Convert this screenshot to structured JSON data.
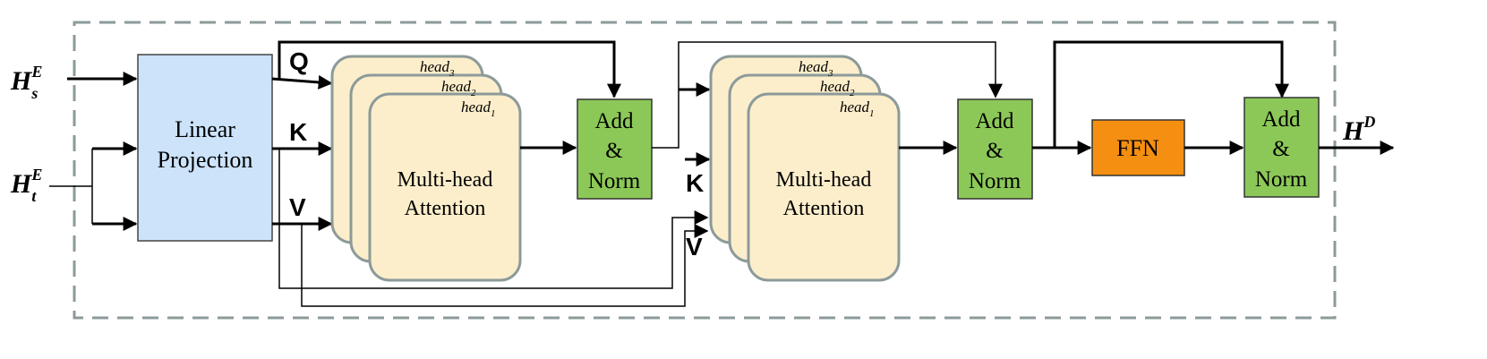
{
  "inputs": {
    "hs": {
      "base": "H",
      "sup": "E",
      "sub": "s"
    },
    "ht": {
      "base": "H",
      "sup": "E",
      "sub": "t"
    }
  },
  "output": {
    "base": "H",
    "sup": "D"
  },
  "linear_projection": {
    "line1": "Linear",
    "line2": "Projection"
  },
  "qkv_labels": {
    "q": "Q",
    "k": "K",
    "v": "V"
  },
  "attention1": {
    "heads": [
      {
        "base": "head",
        "sub": "3"
      },
      {
        "base": "head",
        "sub": "2"
      },
      {
        "base": "head",
        "sub": "1"
      }
    ],
    "line1": "Multi-head",
    "line2": "Attention"
  },
  "attention2": {
    "heads": [
      {
        "base": "head",
        "sub": "3"
      },
      {
        "base": "head",
        "sub": "2"
      },
      {
        "base": "head",
        "sub": "1"
      }
    ],
    "line1": "Multi-head",
    "line2": "Attention"
  },
  "add_norm_1": {
    "line1": "Add",
    "line2": "&",
    "line3": "Norm"
  },
  "add_norm_2": {
    "line1": "Add",
    "line2": "&",
    "line3": "Norm"
  },
  "add_norm_3": {
    "line1": "Add",
    "line2": "&",
    "line3": "Norm"
  },
  "ffn": {
    "label": "FFN"
  },
  "colors": {
    "linear_fill": "#cce3fa",
    "attention_fill": "#fdeecb",
    "attention_stroke": "#8c9a9a",
    "add_norm_fill": "#8cc858",
    "ffn_fill": "#f58f12",
    "frame_stroke": "#8c9a9a",
    "line": "#000000"
  }
}
